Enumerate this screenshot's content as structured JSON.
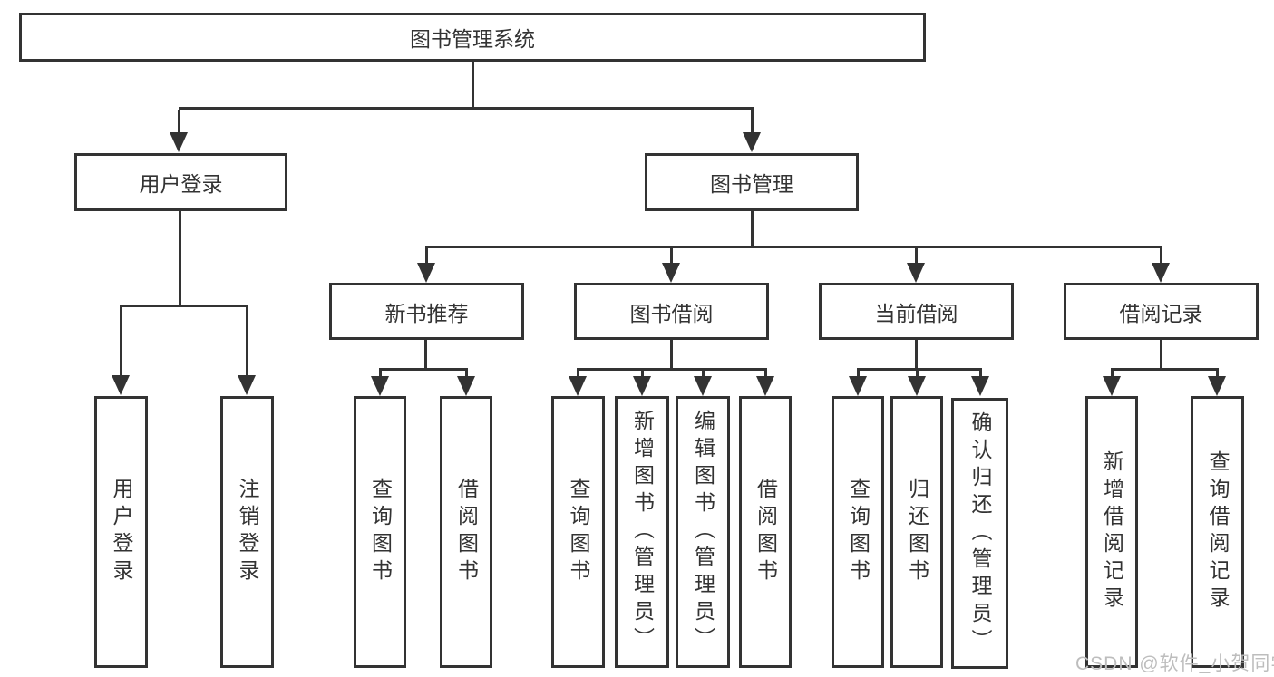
{
  "nodes": {
    "root": "图书管理系统",
    "user_login": "用户登录",
    "book_mgmt": "图书管理",
    "new_books": "新书推荐",
    "book_borrow": "图书借阅",
    "current_borrow": "当前借阅",
    "borrow_record": "借阅记录",
    "leaves": {
      "user_login": [
        "用户登录",
        "注销登录"
      ],
      "new_books": [
        "查询图书",
        "借阅图书"
      ],
      "book_borrow": [
        "查询图书",
        "新增图书（管理员）",
        "编辑图书（管理员）",
        "借阅图书"
      ],
      "current_borrow": [
        "查询图书",
        "归还图书",
        "确认归还（管理员）"
      ],
      "borrow_record": [
        "新增借阅记录",
        "查询借阅记录"
      ]
    }
  },
  "watermark": "CSDN @软件_小贺同学",
  "colors": {
    "line": "#333333",
    "box_border": "#333333",
    "text": "#333333",
    "background": "#ffffff",
    "watermark": "#bdbdbd"
  }
}
